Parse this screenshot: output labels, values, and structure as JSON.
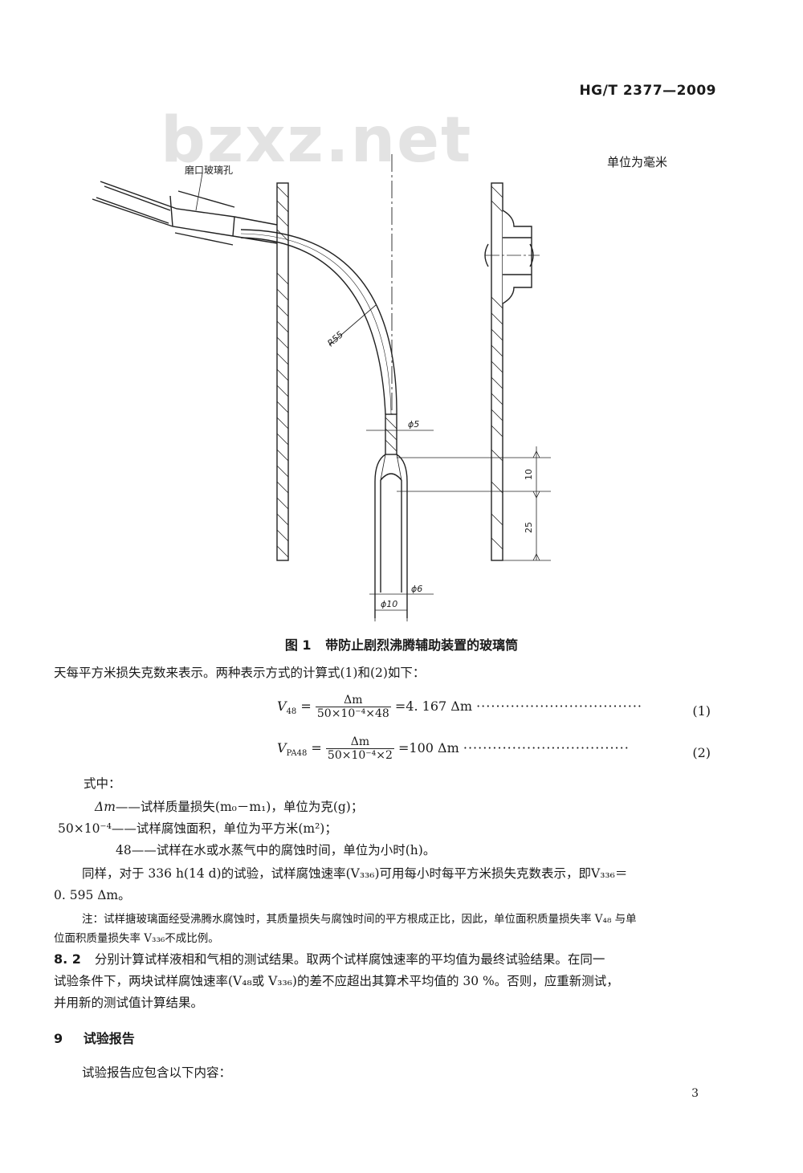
{
  "header": {
    "standard_no": "HG/T 2377—2009"
  },
  "watermark": "bzxz.net",
  "figure": {
    "unit_note": "单位为毫米",
    "label_ground_hole": "磨口玻璃孔",
    "dim_r55": "R55",
    "dim_phi5": "ϕ5",
    "dim_10": "10",
    "dim_25": "25",
    "dim_phi6": "ϕ6",
    "dim_phi10": "ϕ10",
    "caption_no": "图 1",
    "caption_title": "带防止剧烈沸腾辅助装置的玻璃筒"
  },
  "body": {
    "intro": "天每平方米损失克数来表示。两种表示方式的计算式(1)和(2)如下：",
    "eq1": {
      "lhs": "V",
      "sub": "48",
      "num": "Δm",
      "den": "50×10⁻⁴×48",
      "rhs": "=4. 167 Δm",
      "dots": "··································",
      "no": "(1)"
    },
    "eq2": {
      "lhs": "V",
      "sub": "PA48",
      "num": "Δm",
      "den": "50×10⁻⁴×2",
      "rhs": "=100 Δm",
      "dots": "··································",
      "no": "(2)"
    },
    "where": "式中：",
    "def1_sym": "Δm",
    "def1_text": "——试样质量损失(m₀－m₁)，单位为克(g)；",
    "def2_sym": "50×10⁻⁴",
    "def2_text": "——试样腐蚀面积，单位为平方米(m²)；",
    "def3_sym": "48",
    "def3_text": "——试样在水或水蒸气中的腐蚀时间，单位为小时(h)。",
    "same_line1": "同样，对于 336 h(14 d)的试验，试样腐蚀速率(V₃₃₆)可用每小时每平方米损失克数表示，即V₃₃₆＝",
    "same_line2": "0. 595 Δm。",
    "note_line1": "注：试样搪玻璃面经受沸腾水腐蚀时，其质量损失与腐蚀时间的平方根成正比，因此，单位面积质量损失率 V₄₈ 与单",
    "note_line2": "位面积质量损失率 V₃₃₆不成比例。",
    "s82_no": "8. 2",
    "s82_line1": "分别计算试样液相和气相的测试结果。取两个试样腐蚀速率的平均值为最终试验结果。在同一",
    "s82_line2": "试验条件下，两块试样腐蚀速率(V₄₈或 V₃₃₆)的差不应超出其算术平均值的 30 %。否则，应重新测试，",
    "s82_line3": "并用新的测试值计算结果。",
    "s9_no": "9",
    "s9_title": "试验报告",
    "s9_text": "试验报告应包含以下内容："
  },
  "page_number": "3"
}
